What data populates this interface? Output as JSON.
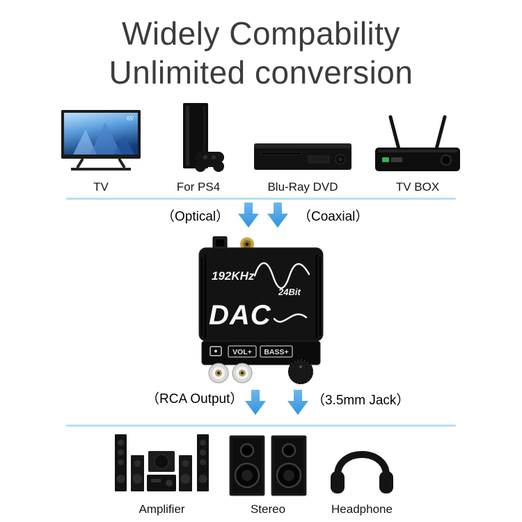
{
  "title": {
    "line1": "Widely Compability",
    "line2": "Unlimited conversion"
  },
  "sources": [
    {
      "label": "TV",
      "badge": "65'"
    },
    {
      "label": "For PS4"
    },
    {
      "label": "Blu-Ray DVD"
    },
    {
      "label": "TV BOX"
    }
  ],
  "inputs": {
    "optical": "（Optical）",
    "coaxial": "（Coaxial）"
  },
  "dac": {
    "khz": "192KHz",
    "name": "DAC",
    "bit": "24Bit",
    "vol": "VOL+",
    "bass": "BASS+"
  },
  "outputs": {
    "rca": "（RCA Output）",
    "jack": "（3.5mm Jack）"
  },
  "sinks": [
    {
      "label": "Amplifier"
    },
    {
      "label": "Stereo"
    },
    {
      "label": "Headphone"
    }
  ],
  "colors": {
    "arrow_blue": "#4aa4e6",
    "separator_blue": "#b5e0f6",
    "title_gray": "#3c3c3c"
  }
}
